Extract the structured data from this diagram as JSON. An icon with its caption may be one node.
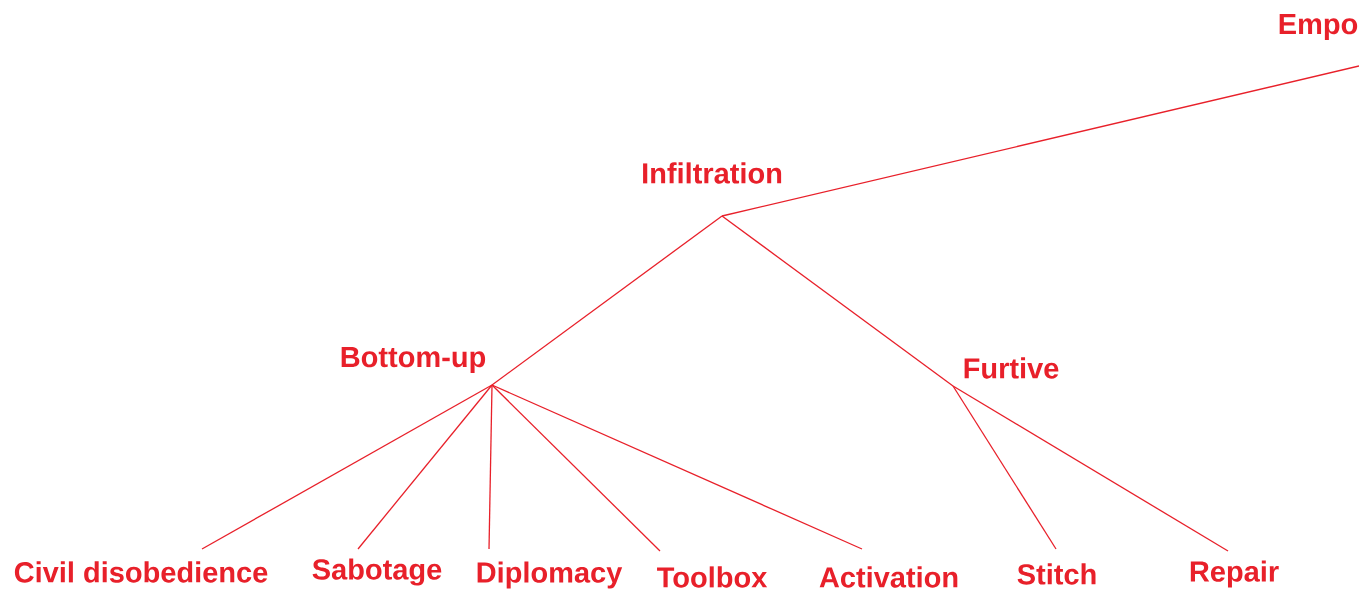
{
  "diagram": {
    "nodes": [
      {
        "text": [
          "Empo"
        ]
      },
      {
        "text": [
          "Infiltration"
        ]
      },
      {
        "text": [
          "Bottom-up"
        ]
      },
      {
        "text": [
          "Furtive"
        ]
      },
      {
        "text": [
          "Civil disobedience"
        ]
      },
      {
        "text": [
          "Sabotage"
        ]
      },
      {
        "text": [
          "Diplomacy"
        ]
      },
      {
        "text": [
          "Toolbox"
        ]
      },
      {
        "text": [
          "Activation"
        ]
      },
      {
        "text": [
          "Stitch"
        ]
      },
      {
        "text": [
          "Repair"
        ]
      }
    ],
    "edges": [
      {
        "from": 0,
        "to": 1,
        "arrow": "none"
      },
      {
        "from": 1,
        "to": 2,
        "arrow": "none"
      },
      {
        "from": 1,
        "to": 3,
        "arrow": "none"
      },
      {
        "from": 2,
        "to": 4,
        "arrow": "none"
      },
      {
        "from": 2,
        "to": 5,
        "arrow": "none"
      },
      {
        "from": 2,
        "to": 6,
        "arrow": "none"
      },
      {
        "from": 2,
        "to": 7,
        "arrow": "none"
      },
      {
        "from": 2,
        "to": 8,
        "arrow": "none"
      },
      {
        "from": 3,
        "to": 9,
        "arrow": "none"
      },
      {
        "from": 3,
        "to": 10,
        "arrow": "none"
      }
    ]
  }
}
